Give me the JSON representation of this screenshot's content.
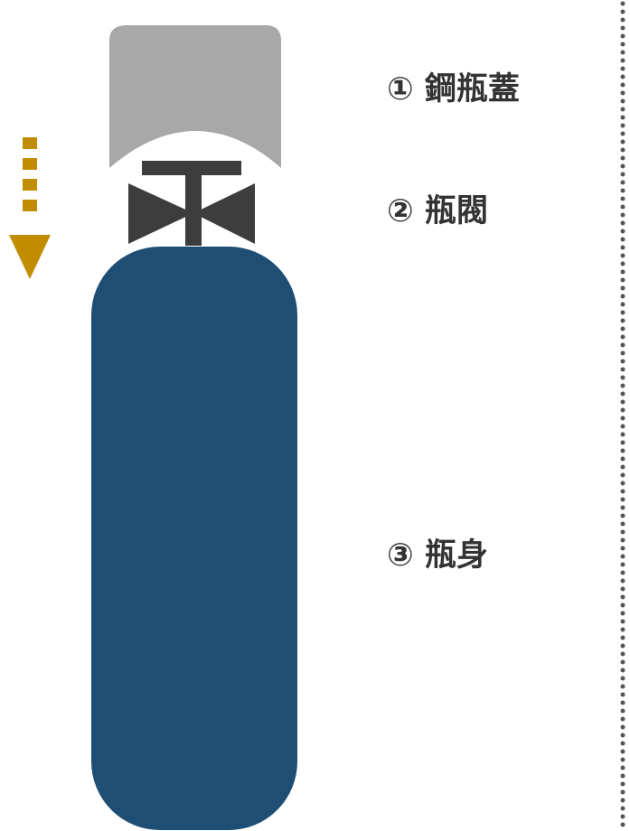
{
  "parts": {
    "cap": {
      "label": "① 鋼瓶蓋"
    },
    "valve": {
      "label": "② 瓶閥"
    },
    "body": {
      "label": "③ 瓶身"
    }
  },
  "colors": {
    "cap": "#a8a8a8",
    "valve": "#3d3d3d",
    "body": "#1f4e75",
    "arrow": "#c08c00",
    "border": "#555555"
  },
  "icons": {
    "arrow": "arrow-down-dashed-icon"
  }
}
